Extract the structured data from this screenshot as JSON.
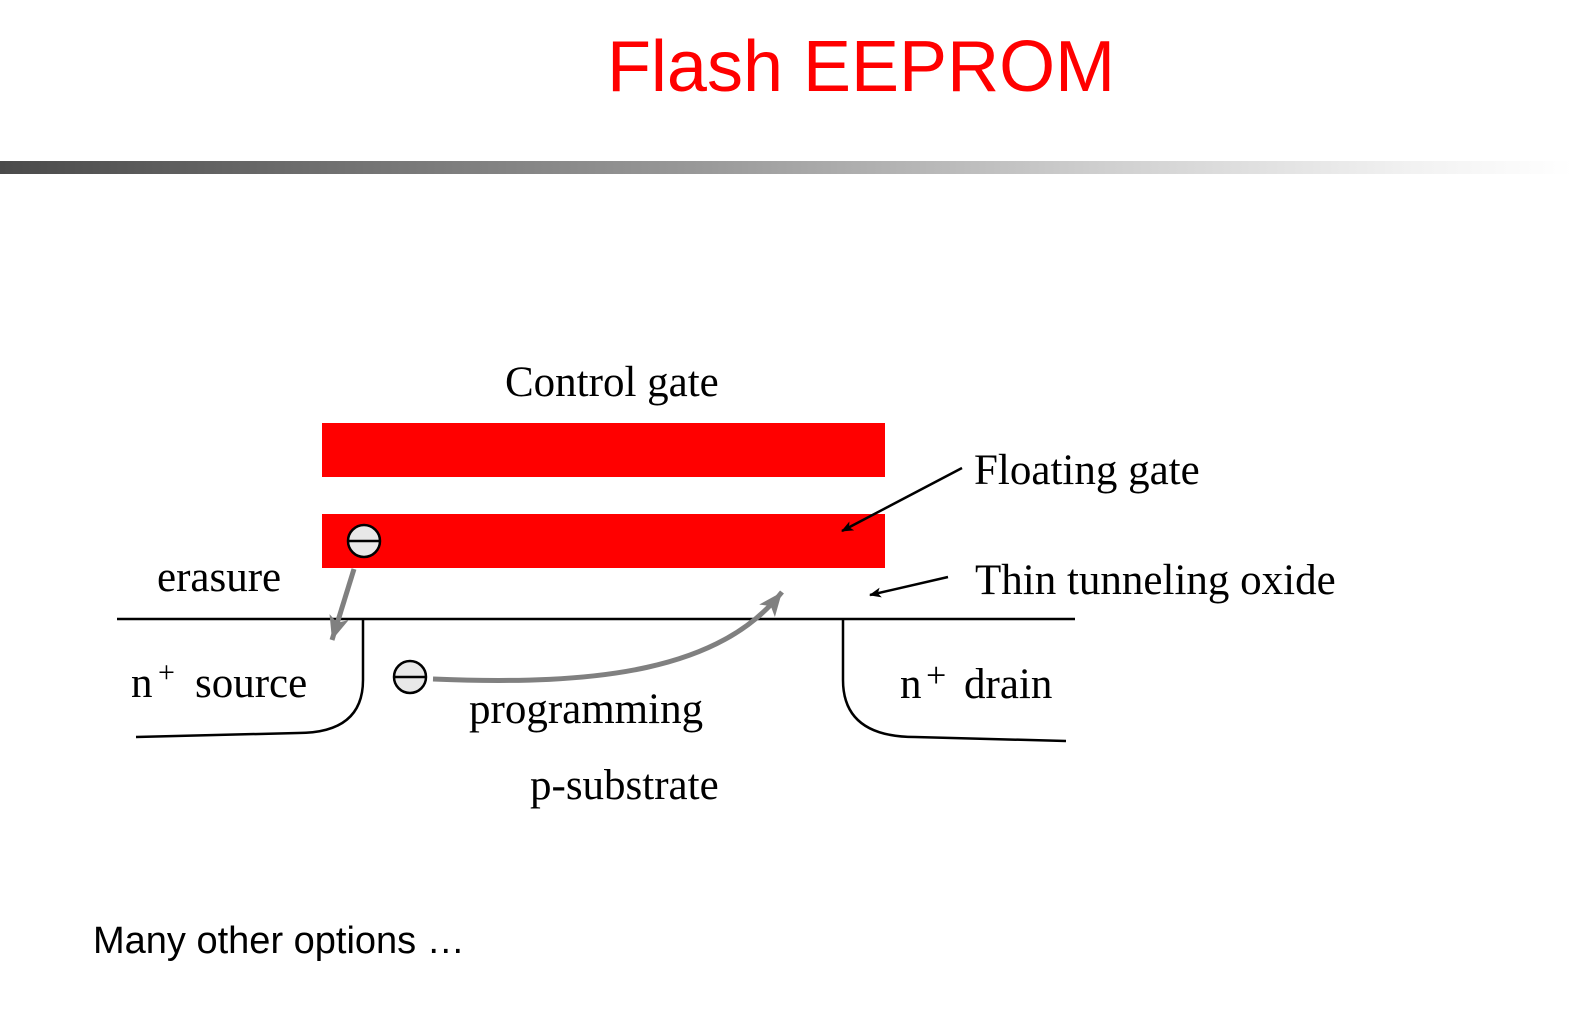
{
  "slide": {
    "title": "Flash EEPROM",
    "footer": "Many other options …"
  },
  "diagram": {
    "labels": {
      "control_gate": "Control gate",
      "floating_gate": "Floating gate",
      "tunneling_oxide": "Thin tunneling oxide",
      "erasure": "erasure",
      "source_prefix": "n",
      "source_sup": "+",
      "source_name": "source",
      "drain_prefix": "n",
      "drain_sup": "+",
      "drain_name": "drain",
      "programming": "programming",
      "substrate": "p-substrate"
    },
    "colors": {
      "gate_fill": "#ff0000",
      "process_arrow": "#808080",
      "line": "#000000",
      "electron_fill": "#e8e8e8"
    },
    "icons": {
      "electron": "electron-icon"
    }
  }
}
